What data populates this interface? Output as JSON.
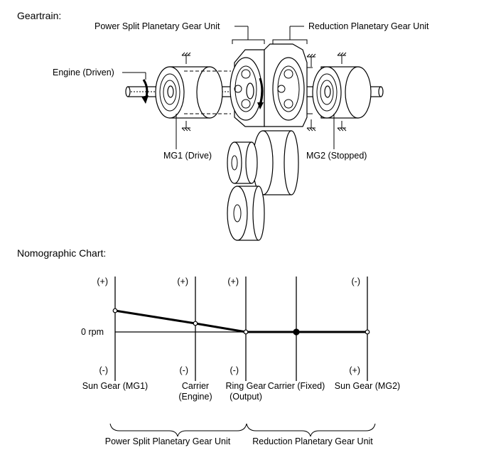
{
  "geartrain": {
    "heading": "Geartrain:",
    "power_split_unit": "Power Split Planetary Gear Unit",
    "reduction_unit": "Reduction Planetary Gear Unit",
    "engine": "Engine (Driven)",
    "mg1": "MG1 (Drive)",
    "mg2": "MG2 (Stopped)"
  },
  "nomographic": {
    "heading": "Nomographic Chart:",
    "zero_label": "0 rpm",
    "axes": [
      {
        "name_lines": [
          "Sun Gear (MG1)"
        ],
        "top_sign": "(+)",
        "bottom_sign": "(-)",
        "value": 1.0
      },
      {
        "name_lines": [
          "Carrier",
          "(Engine)"
        ],
        "top_sign": "(+)",
        "bottom_sign": "(-)",
        "value": 0.4
      },
      {
        "name_lines": [
          "Ring Gear",
          "(Output)"
        ],
        "top_sign": "(+)",
        "bottom_sign": "(-)",
        "value": 0.0
      },
      {
        "name_lines": [
          "Carrier (Fixed)"
        ],
        "top_sign": "",
        "bottom_sign": "",
        "value": 0.0
      },
      {
        "name_lines": [
          "Sun Gear (MG2)"
        ],
        "top_sign": "(-)",
        "bottom_sign": "(+)",
        "value": 0.0
      }
    ],
    "fixed_index": 3,
    "brace_left_label": "Power Split Planetary Gear Unit",
    "brace_right_label": "Reduction Planetary Gear Unit"
  }
}
